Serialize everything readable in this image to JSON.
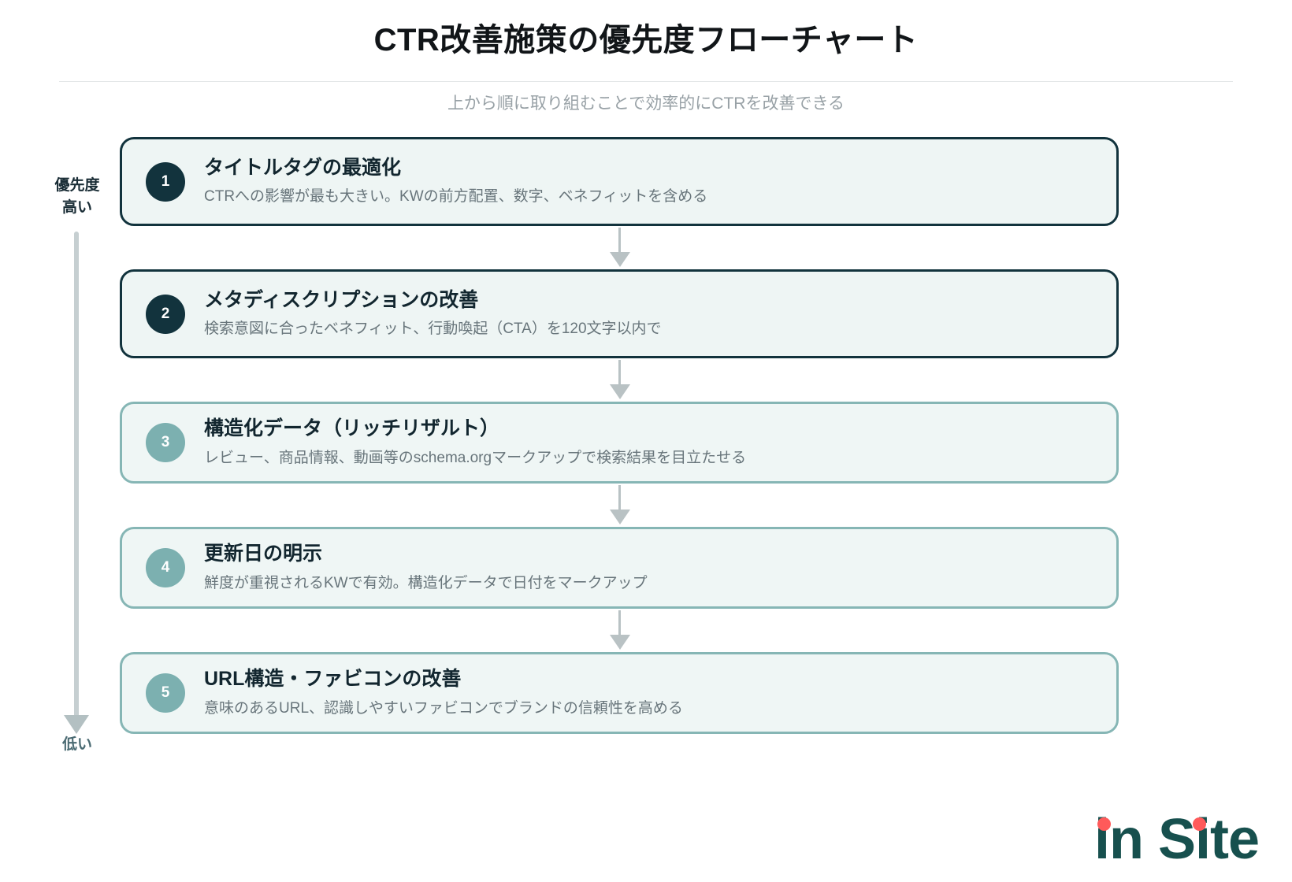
{
  "header": {
    "title": "CTR改善施策の優先度フローチャート",
    "subtitle": "上から順に取り組むことで効率的にCTRを改善できる"
  },
  "axis": {
    "top_label": "優先度\n高い",
    "top_label_line1": "優先度",
    "top_label_line2": "高い",
    "bottom_label": "低い"
  },
  "steps": [
    {
      "number": "1",
      "title": "タイトルタグの最適化",
      "desc": "CTRへの影響が最も大きい。KWの前方配置、数字、ベネフィットを含める",
      "emphasis": "strong"
    },
    {
      "number": "2",
      "title": "メタディスクリプションの改善",
      "desc": "検索意図に合ったベネフィット、行動喚起（CTA）を120文字以内で",
      "emphasis": "strong"
    },
    {
      "number": "3",
      "title": "構造化データ（リッチリザルト）",
      "desc": "レビュー、商品情報、動画等のschema.orgマークアップで検索結果を目立たせる",
      "emphasis": "soft"
    },
    {
      "number": "4",
      "title": "更新日の明示",
      "desc": "鮮度が重視されるKWで有効。構造化データで日付をマークアップ",
      "emphasis": "soft"
    },
    {
      "number": "5",
      "title": "URL構造・ファビコンの改善",
      "desc": "意味のあるURL、認識しやすいファビコンでブランドの信頼性を高める",
      "emphasis": "soft"
    }
  ],
  "logo": {
    "text": "in Site"
  },
  "colors": {
    "accent_dark": "#12333d",
    "accent_light": "#7cb0b0",
    "card_bg": "#eef5f4",
    "connector": "#b9c2c4",
    "logo_green": "#17504e",
    "logo_dot_red": "#ff5a5a",
    "subtitle_gray": "#98a1a6"
  }
}
